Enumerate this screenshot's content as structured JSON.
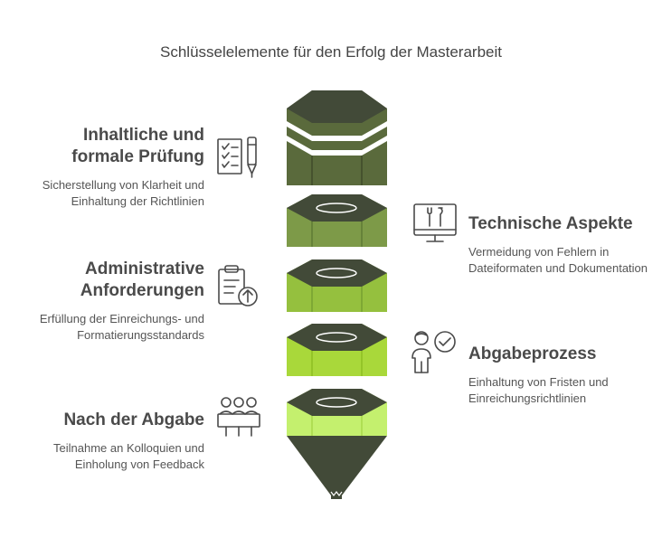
{
  "title": "Schlüsselelemente für den Erfolg der Masterarbeit",
  "colors": {
    "top": "#5a6a3c",
    "top_dark": "#3f4a2a",
    "lvl2": "#7d9a48",
    "lvl3": "#95c03e",
    "lvl4": "#a9d83a",
    "lvl5": "#c4f06e",
    "cap": "#424a38",
    "icon": "#4a4a4a"
  },
  "items": [
    {
      "head": "Inhaltliche und formale Prüfung",
      "desc": "Sicherstellung von Klarheit und Einhaltung der Richtlinien",
      "icon": "checklist-pen-icon",
      "side": "left"
    },
    {
      "head": "Technische Aspekte",
      "desc": "Vermeidung von Fehlern in Dateiformaten und Dokumentation",
      "icon": "monitor-tools-icon",
      "side": "right"
    },
    {
      "head": "Administrative Anforderungen",
      "desc": "Erfüllung der Einreichungs- und Formatierungsstandards",
      "icon": "clipboard-upload-icon",
      "side": "left"
    },
    {
      "head": "Abgabeprozess",
      "desc": "Einhaltung von Fristen und Einreichungsrichtlinien",
      "icon": "person-check-icon",
      "side": "right"
    },
    {
      "head": "Nach der Abgabe",
      "desc": "Teilnahme an Kolloquien und Einholung von Feedback",
      "icon": "group-meeting-icon",
      "side": "left"
    }
  ]
}
